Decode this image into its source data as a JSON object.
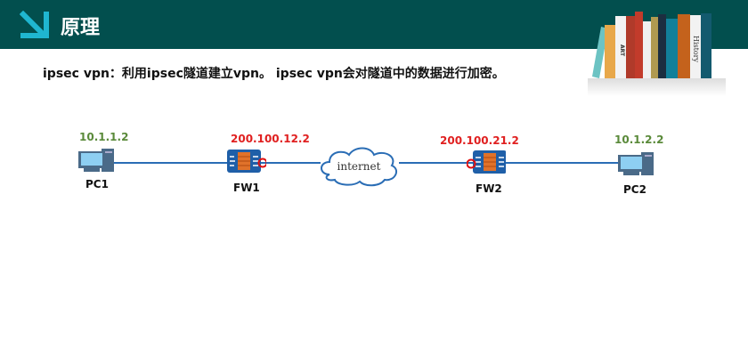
{
  "header": {
    "title": "原理"
  },
  "description": "ipsec vpn：利用ipsec隧道建立vpn。 ipsec vpn会对隧道中的数据进行加密。",
  "books": {
    "spines": [
      "ART",
      "History"
    ]
  },
  "diagram": {
    "pc1": {
      "label": "PC1",
      "ip": "10.1.1.2"
    },
    "fw1": {
      "label": "FW1",
      "ip": "200.100.12.2"
    },
    "cloud": {
      "label": "internet"
    },
    "fw2": {
      "label": "FW2",
      "ip": "200.100.21.2"
    },
    "pc2": {
      "label": "PC2",
      "ip": "10.1.2.2"
    }
  },
  "colors": {
    "header": "#024f4e",
    "accent": "#1fb6d0",
    "link": "#2a6db5",
    "ip_public": "#e02020",
    "ip_private": "#5a8a3a"
  }
}
